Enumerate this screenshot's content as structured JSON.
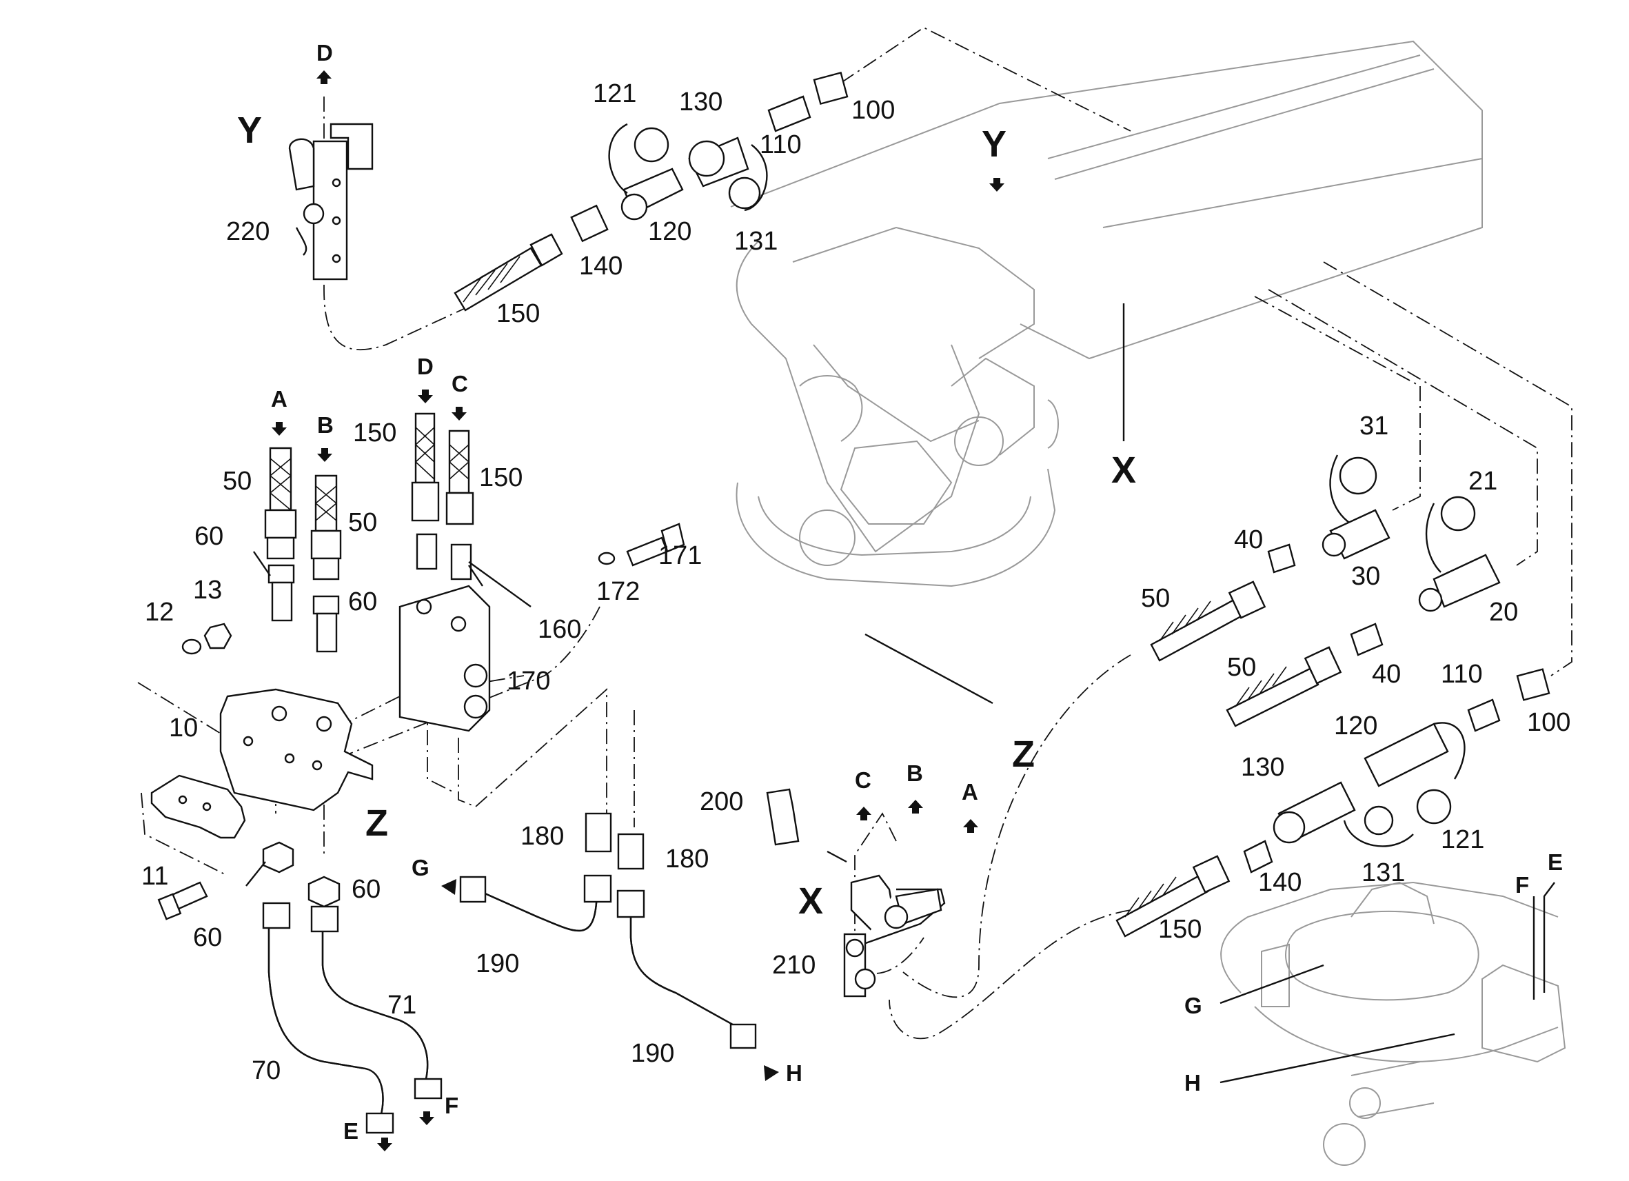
{
  "views": {
    "Y": "Y",
    "Z": "Z",
    "X": "X"
  },
  "callouts": {
    "c220": "220",
    "c150a": "150",
    "c140a": "140",
    "c120a": "120",
    "c121a": "121",
    "c130a": "130",
    "c131a": "131",
    "c110a": "110",
    "c100a": "100",
    "c50a": "50",
    "c50b": "50",
    "c60a": "60",
    "c60b": "60",
    "c13": "13",
    "c12": "12",
    "c150b": "150",
    "c150c": "150",
    "c171": "171",
    "c172": "172",
    "c160": "160",
    "c170": "170",
    "c10": "10",
    "c11": "11",
    "c60c": "60",
    "c60d": "60",
    "c70": "70",
    "c71": "71",
    "c180a": "180",
    "c180b": "180",
    "c190a": "190",
    "c190b": "190",
    "c200": "200",
    "c210": "210",
    "c31": "31",
    "c21": "21",
    "c40a": "40",
    "c30": "30",
    "c20": "20",
    "c50c": "50",
    "c50d": "50",
    "c40b": "40",
    "c110b": "110",
    "c100b": "100",
    "c120b": "120",
    "c130b": "130",
    "c121b": "121",
    "c131b": "131",
    "c140b": "140",
    "c150d": "150"
  },
  "ports": {
    "dTop": "D",
    "A": "A",
    "B": "B",
    "D": "D",
    "C": "C",
    "G": "G",
    "H": "H",
    "E": "E",
    "F": "F",
    "xC": "C",
    "xB": "B",
    "xA": "A",
    "mG": "G",
    "mH": "H",
    "mF": "F",
    "mE": "E"
  }
}
